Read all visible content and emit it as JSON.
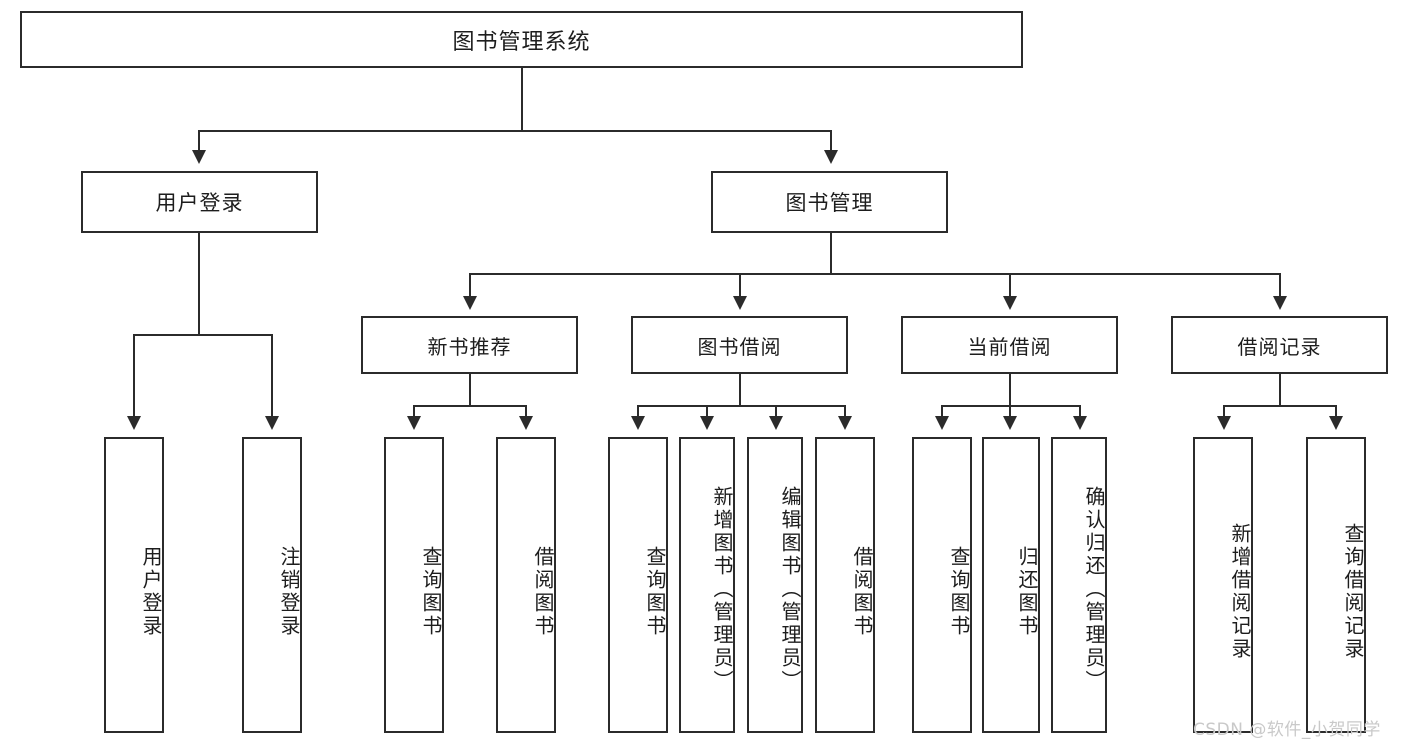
{
  "diagram": {
    "title": "图书管理系统",
    "type": "tree",
    "watermark": "CSDN @软件_小贺同学",
    "colors": {
      "stroke": "#2b2b2b",
      "fill": "#ffffff",
      "text": "#1d1d1d",
      "watermark": "#c9c9c9"
    },
    "root": {
      "label": "图书管理系统"
    },
    "level2": [
      {
        "label": "用户登录"
      },
      {
        "label": "图书管理"
      }
    ],
    "level3": [
      {
        "label": "新书推荐"
      },
      {
        "label": "图书借阅"
      },
      {
        "label": "当前借阅"
      },
      {
        "label": "借阅记录"
      }
    ],
    "leaves": {
      "user_login": [
        {
          "label": "用户登录"
        },
        {
          "label": "注销登录"
        }
      ],
      "new_book_recommend": [
        {
          "label": "查询图书"
        },
        {
          "label": "借阅图书"
        }
      ],
      "book_borrow": [
        {
          "label": "查询图书"
        },
        {
          "label": "新增图书（管理员）"
        },
        {
          "label": "编辑图书（管理员）"
        },
        {
          "label": "借阅图书"
        }
      ],
      "current_borrow": [
        {
          "label": "查询图书"
        },
        {
          "label": "归还图书"
        },
        {
          "label": "确认归还（管理员）"
        }
      ],
      "borrow_record": [
        {
          "label": "新增借阅记录"
        },
        {
          "label": "查询借阅记录"
        }
      ]
    }
  }
}
